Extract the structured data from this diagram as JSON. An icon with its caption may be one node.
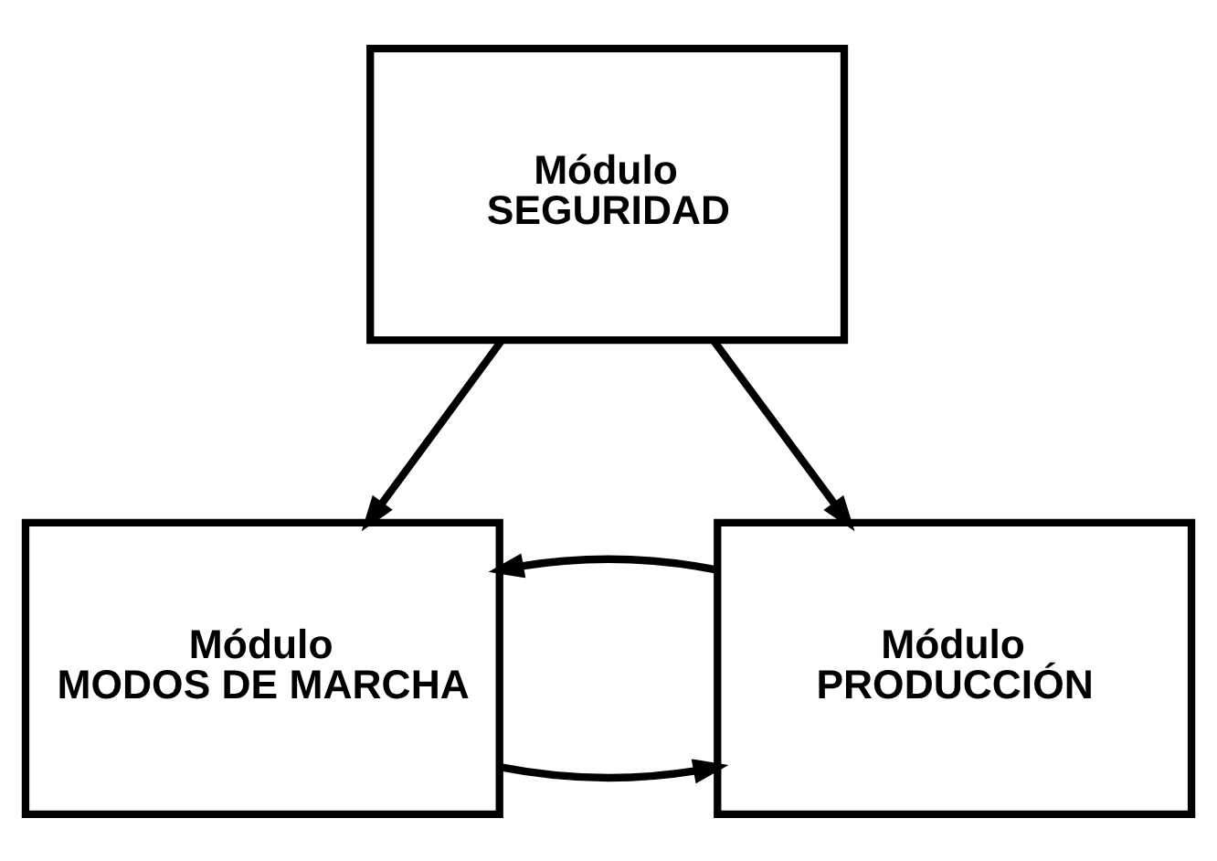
{
  "diagram": {
    "nodes": [
      {
        "text": [
          "Módulo",
          "SEGURIDAD"
        ]
      },
      {
        "text": [
          "Módulo",
          "MODOS DE MARCHA"
        ]
      },
      {
        "text": [
          "Módulo",
          "PRODUCCIÓN"
        ]
      }
    ],
    "edges": [
      {
        "from": 0,
        "to": 1,
        "arrow": "to"
      },
      {
        "from": 0,
        "to": 2,
        "arrow": "to"
      },
      {
        "from": 1,
        "to": 2,
        "arrow": "to"
      },
      {
        "from": 2,
        "to": 1,
        "arrow": "to"
      }
    ]
  }
}
